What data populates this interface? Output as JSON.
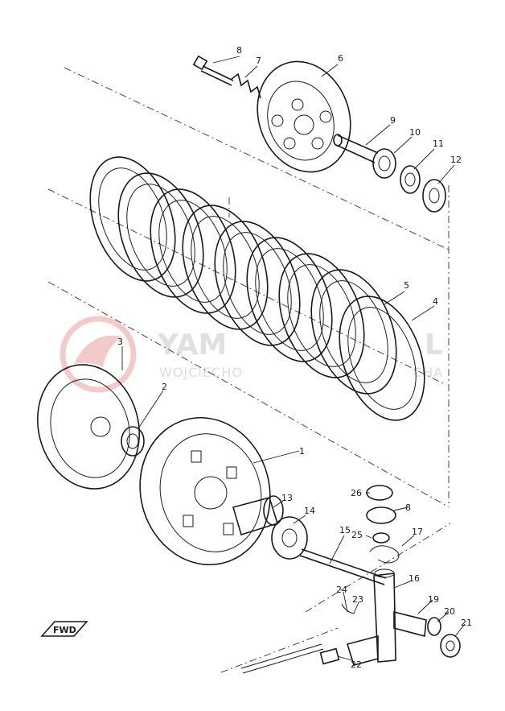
{
  "diagram": {
    "callouts": [
      "1",
      "2",
      "3",
      "4",
      "5",
      "6",
      "7",
      "8",
      "9",
      "10",
      "11",
      "12",
      "13",
      "14",
      "15",
      "16",
      "17",
      "8",
      "19",
      "20",
      "21",
      "22",
      "23",
      "24",
      "25",
      "26"
    ],
    "fwd_label": "FWD"
  },
  "watermark": {
    "brand": "YAM",
    "brand_tail": "L",
    "sub_left": "WOJCIECHO",
    "sub_right": "CHA",
    "logo_color": "#e9a0a0"
  }
}
